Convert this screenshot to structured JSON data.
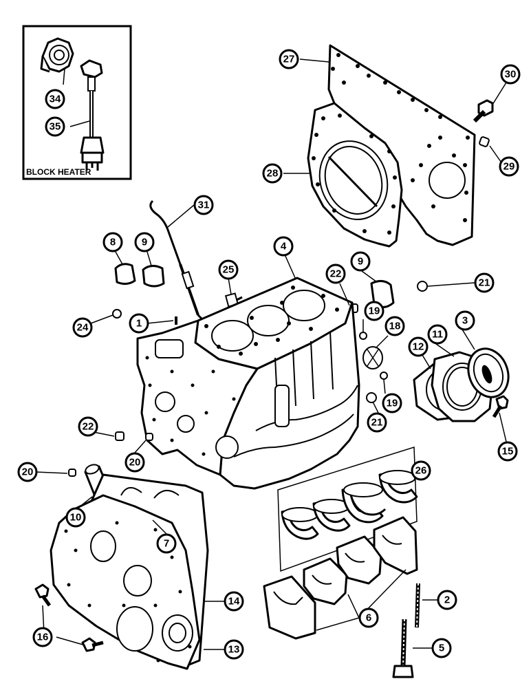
{
  "inset": {
    "label": "BLOCK HEATER"
  },
  "callouts": {
    "c1": "1",
    "c2": "2",
    "c3": "3",
    "c4": "4",
    "c5": "5",
    "c6": "6",
    "c7": "7",
    "c8": "8",
    "c9a": "9",
    "c9b": "9",
    "c10": "10",
    "c11": "11",
    "c12": "12",
    "c13": "13",
    "c14": "14",
    "c15": "15",
    "c16": "16",
    "c18": "18",
    "c19a": "19",
    "c19b": "19",
    "c20a": "20",
    "c20b": "20",
    "c21a": "21",
    "c21b": "21",
    "c22a": "22",
    "c22b": "22",
    "c24": "24",
    "c25": "25",
    "c26": "26",
    "c27": "27",
    "c28": "28",
    "c29": "29",
    "c30": "30",
    "c31": "31",
    "c34": "34",
    "c35": "35"
  }
}
